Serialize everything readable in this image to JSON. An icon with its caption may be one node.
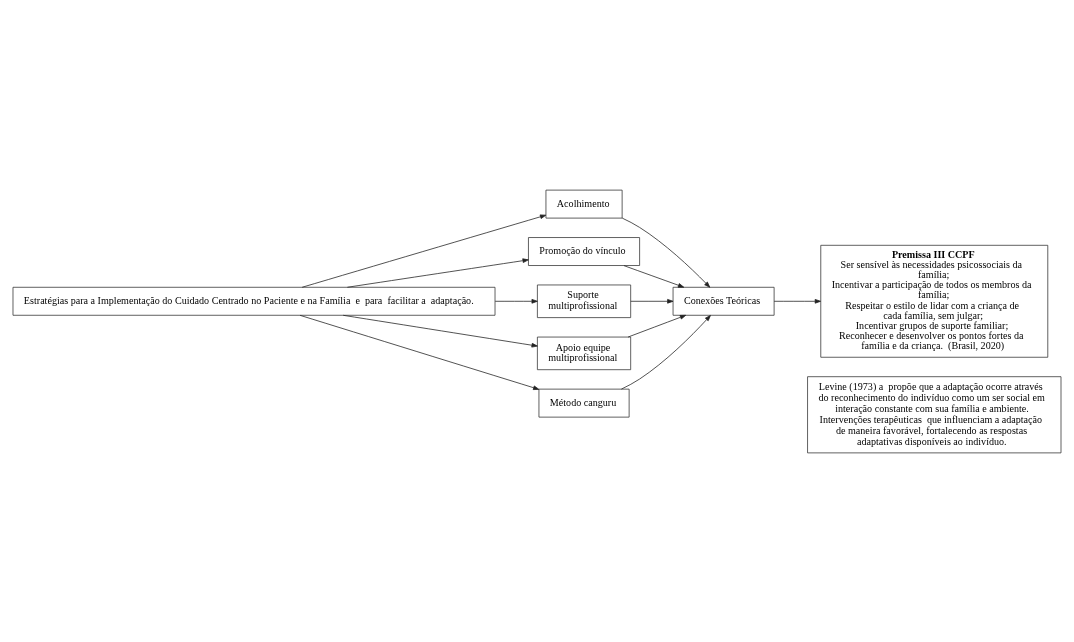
{
  "diagram": {
    "nodes": [
      {
        "text": [
          "Estratégias para a Implementação do Cuidado Centrado no Paciente e na Família  e  para  facilitar a  adaptação."
        ]
      },
      {
        "text": [
          "Acolhimento"
        ]
      },
      {
        "text": [
          "Promoção do vínculo"
        ]
      },
      {
        "text": [
          "Suporte multiprofissional"
        ]
      },
      {
        "text": [
          "Apoio equipe multiprofissional"
        ]
      },
      {
        "text": [
          "Método canguru"
        ]
      },
      {
        "text": [
          "Conexões Teóricas"
        ]
      },
      {
        "text": [
          "Premissa III CCPF",
          "Ser sensível às necessidades psicossociais da família;",
          "Incentivar a participação de todos os membros da família;",
          "Respeitar o estilo de lidar com a criança de cada família, sem julgar;",
          "Incentivar grupos de suporte familiar;",
          "Reconhecer e desenvolver os pontos fortes da família e da criança.  (Brasil, 2020)"
        ]
      },
      {
        "text": [
          "Levine (1973) a  propõe que a adaptação ocorre através do reconhecimento do indivíduo como um ser social em interação constante com sua família e ambiente. Intervenções terapêuticas  que influenciam a adaptação de maneira favorável, fortalecendo as respostas adaptativas disponíveis ao indivíduo."
        ]
      }
    ],
    "edges": [
      {
        "from": 0,
        "to": 1,
        "arrow": "to"
      },
      {
        "from": 0,
        "to": 2,
        "arrow": "to"
      },
      {
        "from": 0,
        "to": 3,
        "arrow": "to"
      },
      {
        "from": 0,
        "to": 4,
        "arrow": "to"
      },
      {
        "from": 0,
        "to": 5,
        "arrow": "to"
      },
      {
        "from": 1,
        "to": 6,
        "arrow": "to"
      },
      {
        "from": 2,
        "to": 6,
        "arrow": "to"
      },
      {
        "from": 3,
        "to": 6,
        "arrow": "to"
      },
      {
        "from": 4,
        "to": 6,
        "arrow": "to"
      },
      {
        "from": 5,
        "to": 6,
        "arrow": "to"
      },
      {
        "from": 6,
        "to": 7,
        "arrow": "to"
      }
    ]
  }
}
